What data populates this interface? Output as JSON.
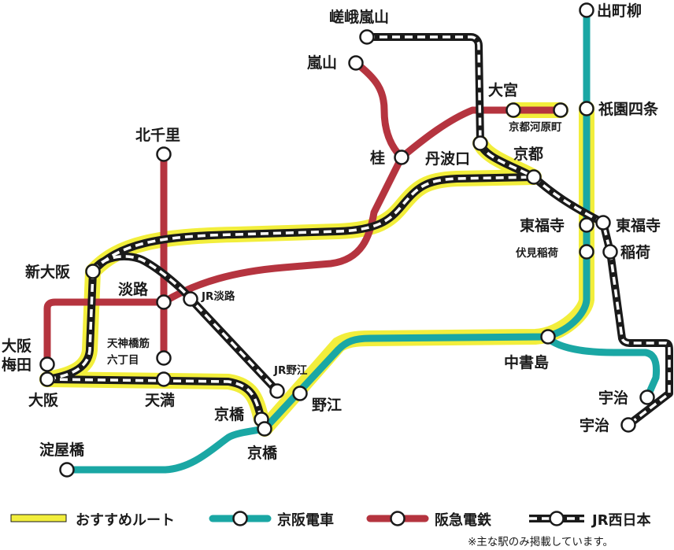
{
  "colors": {
    "recommended": "#f2ee3c",
    "keihan": "#1aa7a4",
    "hankyu": "#b5343f",
    "jr": "#1a1a1a",
    "jr_dash": "#ffffff"
  },
  "stations": {
    "demachiyanagi": "出町柳",
    "gion_shijo": "祇園四条",
    "saga_arashiyama": "嵯峨嵐山",
    "arashiyama": "嵐山",
    "omiya": "大宮",
    "kyoto_kawaramachi": "京都河原町",
    "kitasenri": "北千里",
    "katsura": "桂",
    "tambaguchi": "丹波口",
    "kyoto": "京都",
    "higashifukuji_keihan": "東福寺",
    "higashifukuji_jr": "東福寺",
    "fushimi_inari": "伏見稲荷",
    "inari": "稲荷",
    "shinosaka": "新大阪",
    "awaji": "淡路",
    "jr_awaji": "JR淡路",
    "osaka_umeda_1": "大阪",
    "osaka_umeda_2": "梅田",
    "tenjinbashisuji_1": "天神橋筋",
    "tenjinbashisuji_2": "六丁目",
    "jr_noe": "JR野江",
    "noe": "野江",
    "nakashojima": "中書島",
    "osaka": "大阪",
    "tenma": "天満",
    "kyobashi_jr": "京橋",
    "kyobashi_keihan": "京橋",
    "uji_keihan": "宇治",
    "uji_jr": "宇治",
    "yodoyabashi": "淀屋橋"
  },
  "legend": {
    "recommended": "おすすめルート",
    "keihan": "京阪電車",
    "hankyu": "阪急電鉄",
    "jr": "JR西日本"
  },
  "note": "※主な駅のみ掲載しています。"
}
